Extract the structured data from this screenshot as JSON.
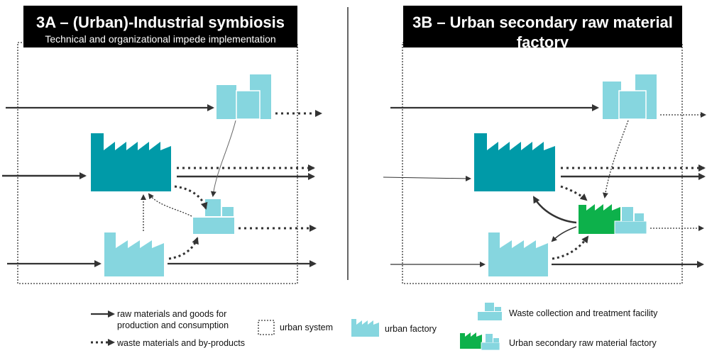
{
  "panels": {
    "left": {
      "title": "3A – (Urban)-Industrial symbiosis",
      "subtitle": "Technical and organizational impede implementation"
    },
    "right": {
      "title": "3B – Urban secondary raw material factory",
      "subtitle": "Dedicated facility to produce valuable raw materials from waste"
    }
  },
  "legend": {
    "raw_materials": "raw materials and goods for production and consumption",
    "waste_materials": "waste materials and by-products",
    "urban_system": "urban system",
    "urban_factory": "urban factory",
    "waste_facility": "Waste collection and treatment facility",
    "secondary_factory": "Urban secondary raw material factory"
  },
  "colors": {
    "dark_teal": "#009aa8",
    "light_teal": "#86d6df",
    "green": "#0db14b",
    "arrow": "#333333",
    "header_bg": "#000000"
  }
}
